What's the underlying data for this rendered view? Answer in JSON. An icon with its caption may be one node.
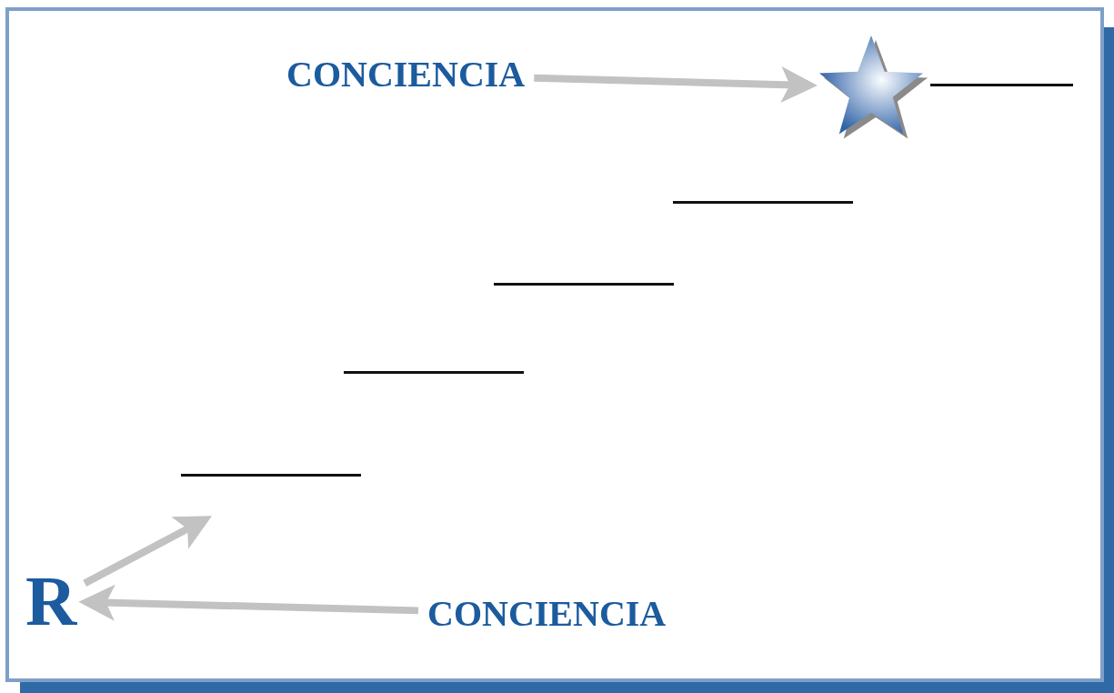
{
  "diagram": {
    "nodes": [
      {
        "text": [
          "CONCIENCIA"
        ]
      },
      {
        "text": [],
        "shape": "star"
      },
      {
        "text": [
          "CONCIENCIA"
        ]
      },
      {
        "text": [
          "R"
        ]
      }
    ],
    "edges": [
      {
        "from": 0,
        "to": 1,
        "arrow": "to"
      },
      {
        "from": 2,
        "to": 3,
        "arrow": "to"
      },
      {
        "from": 3,
        "to": null,
        "arrow": "to"
      }
    ]
  }
}
